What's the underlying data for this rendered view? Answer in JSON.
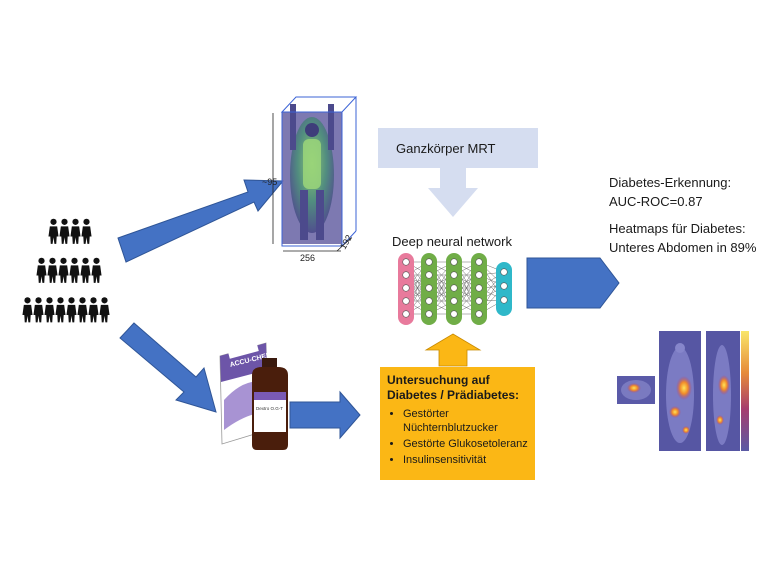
{
  "mri_label": "Ganzkörper MRT",
  "network_label": "Deep neural network",
  "dimensions": {
    "height": "~95",
    "width": "256",
    "depth": "192"
  },
  "results": {
    "detection_title": "Diabetes-Erkennung:",
    "detection_value": "AUC-ROC=0.87",
    "heatmap_title": "Heatmaps für Diabetes:",
    "heatmap_value": "Unteres Abdomen in 89%"
  },
  "examination": {
    "title_line1": "Untersuchung auf",
    "title_line2": "Diabetes / Prädiabetes:",
    "items": [
      {
        "line1": "Gestörter",
        "line2": "Nüchternblutzucker"
      },
      {
        "line1": "Gestörte Glukosetoleranz",
        "line2": ""
      },
      {
        "line1": "Insulinsensitivität",
        "line2": ""
      }
    ]
  },
  "product": {
    "brand": "ACCU-CHEK",
    "label": "Dextro O.G-T"
  },
  "colors": {
    "arrow_blue": "#4472c4",
    "light_blue": "#d5ddf0",
    "orange_box": "#fbb715",
    "layer_pink": "#e87a9c",
    "layer_green": "#70ad47",
    "layer_teal": "#2fb8c9"
  },
  "icons": [
    "people-crowd-icon",
    "body-scan-icon",
    "test-kit-icon",
    "heatmap-icon"
  ]
}
